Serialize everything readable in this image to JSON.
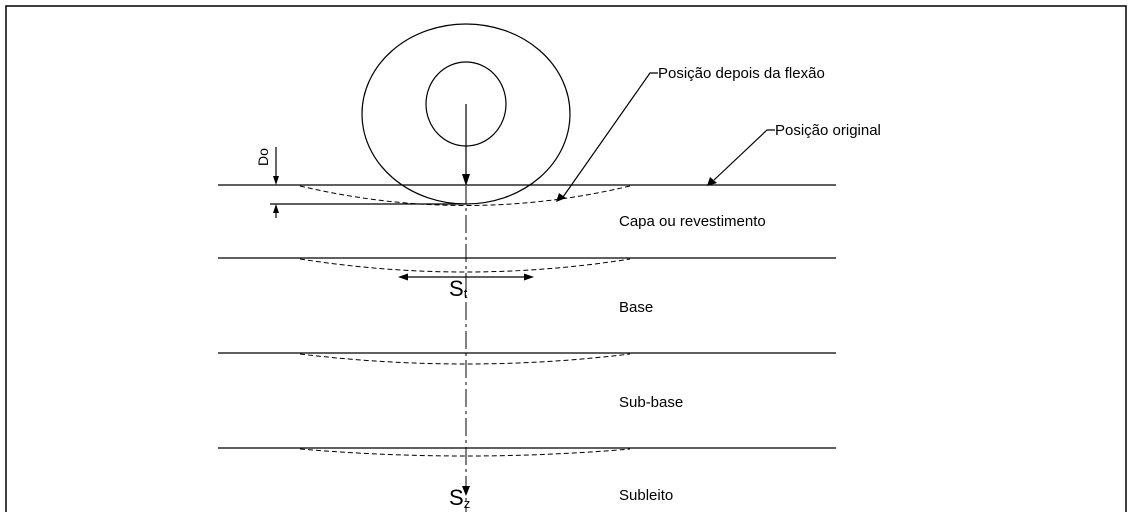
{
  "labels": {
    "after_deflection": "Posição depois da flexão",
    "original_position": "Posição original",
    "surface_layer": "Capa ou revestimento",
    "base": "Base",
    "subbase": "Sub-base",
    "subgrade": "Subleito",
    "deflection": "Do",
    "st_main": "S",
    "st_sub": "t",
    "sz_main": "S",
    "sz_sub": "z"
  }
}
